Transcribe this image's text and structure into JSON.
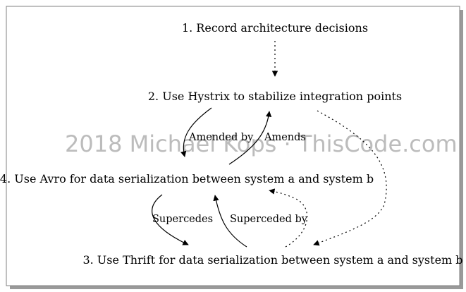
{
  "nodes": {
    "n1": "1. Record architecture decisions",
    "n2": "2. Use Hystrix to stabilize integration points",
    "n4": "4. Use Avro for data serialization between system a and system b",
    "n3": "3. Use Thrift for data serialization between system a and system b"
  },
  "edges": {
    "amended_by": "Amended by",
    "amends": "Amends",
    "supercedes": "Supercedes",
    "superceded_by": "Superceded by"
  },
  "watermark": "2018 Michael Kops · ThisCode.com",
  "colors": {
    "background": "#ffffff",
    "ink": "#000000",
    "watermark": "#a6a6a6",
    "shadow": "#999999"
  }
}
